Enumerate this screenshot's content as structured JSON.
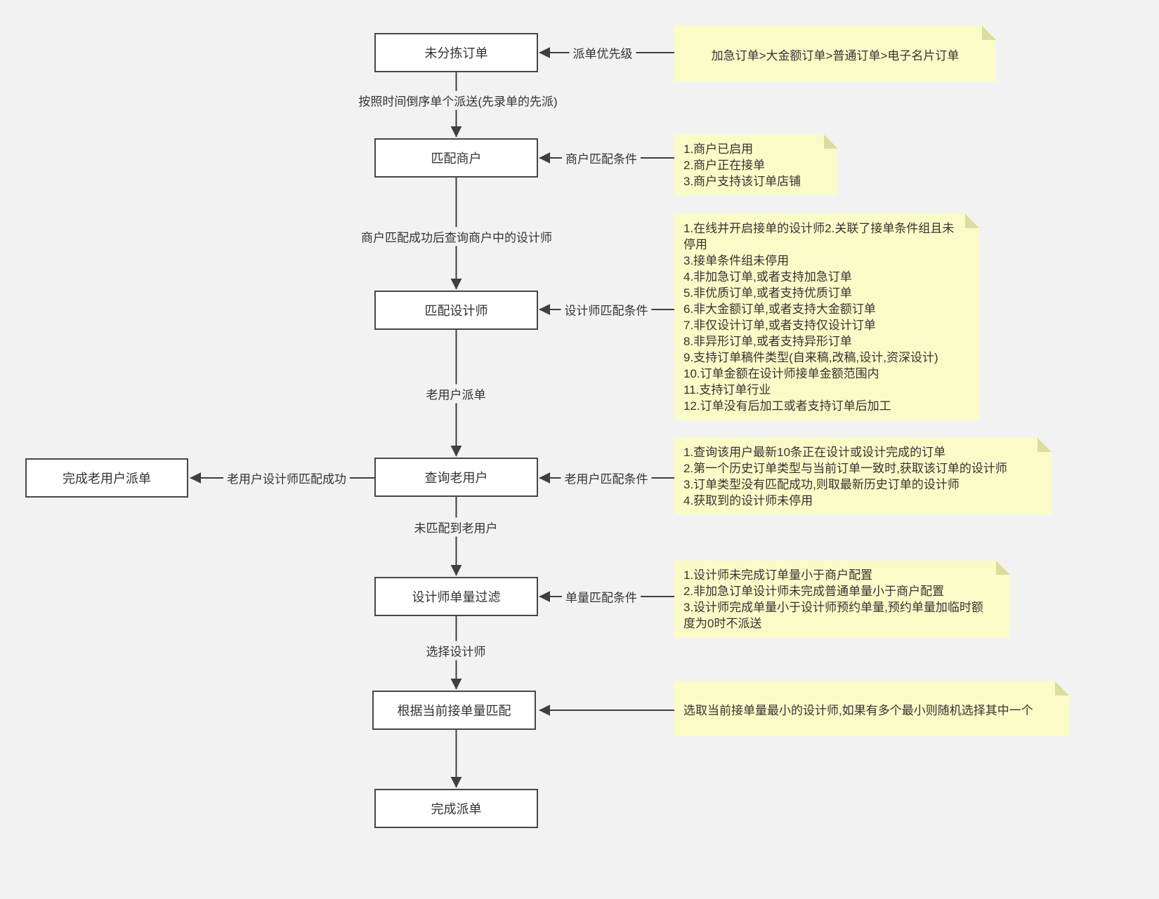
{
  "diagram": {
    "background": "#f2f2f2",
    "colors": {
      "node_border": "#474747",
      "node_fill": "#ffffff",
      "note_bg": "#fbfbc8",
      "note_fold": "#dcdc9e",
      "line": "#3f3f3f",
      "text": "#333333"
    },
    "nodes": [
      {
        "id": "unsorted-orders",
        "label": "未分拣订单"
      },
      {
        "id": "match-merchant",
        "label": "匹配商户"
      },
      {
        "id": "match-designer",
        "label": "匹配设计师"
      },
      {
        "id": "query-old-user",
        "label": "查询老用户"
      },
      {
        "id": "designer-volume-filter",
        "label": "设计师单量过滤"
      },
      {
        "id": "match-by-current-volume",
        "label": "根据当前接单量匹配"
      },
      {
        "id": "complete-dispatch",
        "label": "完成派单"
      },
      {
        "id": "complete-old-user-dispatch",
        "label": "完成老用户派单"
      }
    ],
    "edge_labels": [
      {
        "id": "dispatch-sequence",
        "text": "按照时间倒序单个派送(先录单的先派)"
      },
      {
        "id": "query-merchant-designers",
        "text": "商户匹配成功后查询商户中的设计师"
      },
      {
        "id": "old-user-dispatch",
        "text": "老用户派单"
      },
      {
        "id": "old-user-match-success",
        "text": "老用户设计师匹配成功"
      },
      {
        "id": "no-old-user-matched",
        "text": "未匹配到老用户"
      },
      {
        "id": "select-designer",
        "text": "选择设计师"
      },
      {
        "id": "dispatch-priority",
        "text": "派单优先级"
      },
      {
        "id": "merchant-match-conditions",
        "text": "商户匹配条件"
      },
      {
        "id": "designer-match-conditions",
        "text": "设计师匹配条件"
      },
      {
        "id": "old-user-match-conditions",
        "text": "老用户匹配条件"
      },
      {
        "id": "volume-match-conditions",
        "text": "单量匹配条件"
      }
    ],
    "notes": [
      {
        "id": "dispatch-priority-note",
        "text": "加急订单>大金额订单>普通订单>电子名片订单"
      },
      {
        "id": "merchant-conditions-note",
        "lines": [
          "1.商户已启用",
          "2.商户正在接单",
          "3.商户支持该订单店铺"
        ]
      },
      {
        "id": "designer-conditions-note",
        "lines": [
          "1.在线并开启接单的设计师2.关联了接单条件组且未停用",
          "3.接单条件组未停用",
          "4.非加急订单,或者支持加急订单",
          "5.非优质订单,或者支持优质订单",
          "6.非大金额订单,或者支持大金额订单",
          "7.非仅设计订单,或者支持仅设计订单",
          "8.非异形订单,或者支持异形订单",
          "9.支持订单稿件类型(自来稿,改稿,设计,资深设计)",
          "10.订单金额在设计师接单金额范围内",
          "11.支持订单行业",
          "12.订单没有后加工或者支持订单后加工"
        ]
      },
      {
        "id": "old-user-conditions-note",
        "lines": [
          "1.查询该用户最新10条正在设计或设计完成的订单",
          "2.第一个历史订单类型与当前订单一致时,获取该订单的设计师",
          "3.订单类型没有匹配成功,则取最新历史订单的设计师",
          "4.获取到的设计师未停用"
        ]
      },
      {
        "id": "volume-conditions-note",
        "lines": [
          "1.设计师未完成订单量小于商户配置",
          "2.非加急订单设计师未完成普通单量小于商户配置",
          "3.设计师完成单量小于设计师预约单量,预约单量加临时额度为0时不派送"
        ]
      },
      {
        "id": "selection-rule-note",
        "text": "选取当前接单量最小的设计师,如果有多个最小则随机选择其中一个"
      }
    ]
  }
}
